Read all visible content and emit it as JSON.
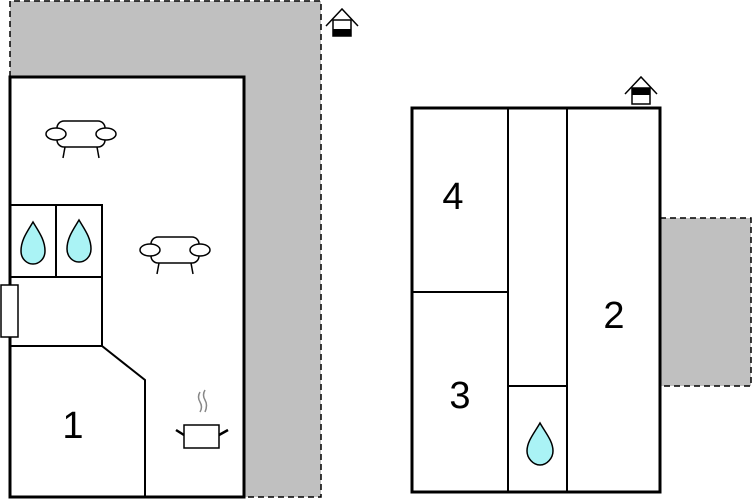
{
  "floor_plan": {
    "rooms": [
      {
        "number": "1"
      },
      {
        "number": "2"
      },
      {
        "number": "3"
      },
      {
        "number": "4"
      }
    ]
  },
  "colors": {
    "terrace": "#c0c0c0",
    "water": "#aaf3f5",
    "walls": "#000000"
  }
}
